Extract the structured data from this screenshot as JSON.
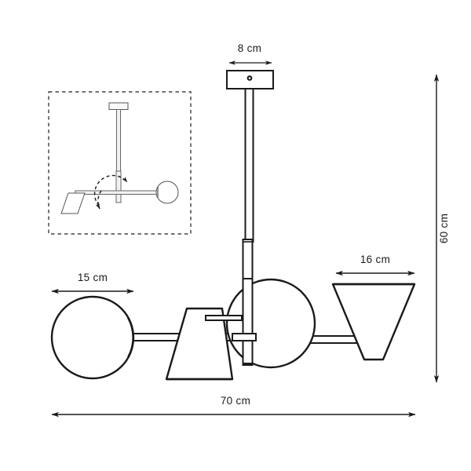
{
  "figure": {
    "title": "Pendant lamp technical dimension drawing",
    "background_color": "#ffffff",
    "line_color": "#1a1a1a",
    "shade_fill": "#ffffff",
    "text_color": "#1a1a1a"
  },
  "dimensions": {
    "canopy_width": "8 cm",
    "left_globe_diameter": "15 cm",
    "right_cone_width": "16 cm",
    "total_height": "60 cm",
    "total_width": "70 cm"
  },
  "inset": {
    "name": "rotation-detail",
    "border_style": "dashed",
    "annotation": "rotating arm detail"
  },
  "parts": {
    "canopy": "ceiling-canopy",
    "screw": "canopy-screw",
    "stem": "vertical-stem",
    "stem_joint": "stem-joint",
    "center_globe": "center-globe-shade",
    "left_globe": "left-globe-shade",
    "lower_cone": "lower-cone-shade",
    "right_cone": "right-cone-shade",
    "arm_left": "left-arm",
    "arm_right": "right-arm"
  }
}
